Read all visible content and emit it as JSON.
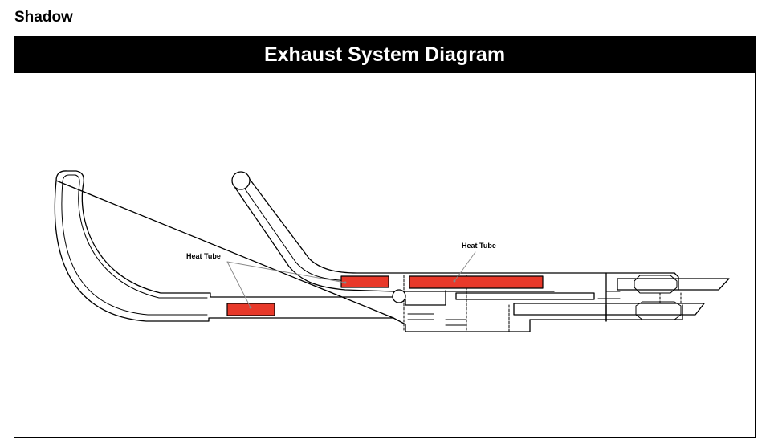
{
  "page": {
    "heading": "Shadow"
  },
  "diagram": {
    "title": "Exhaust System Diagram",
    "labels": {
      "heat_tube_1": "Heat Tube",
      "heat_tube_2": "Heat Tube"
    },
    "colors": {
      "heat_tube": "#e8392a",
      "title_bar": "#000000",
      "outline": "#000000"
    }
  }
}
